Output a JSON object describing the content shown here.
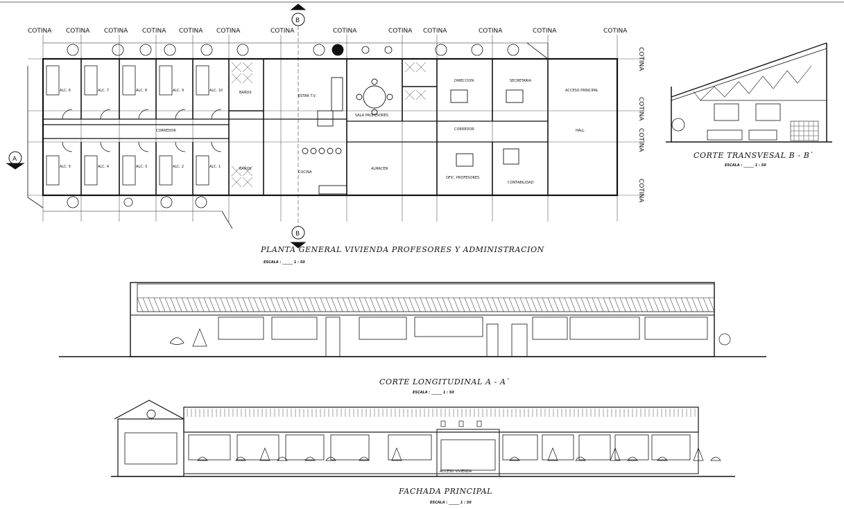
{
  "drawing": {
    "axis_label": "COTINA",
    "section_marker_a": "A",
    "section_marker_b": "B"
  },
  "plan": {
    "title": "PLANTA GENERAL VIVIENDA PROFESORES Y ADMINISTRACION",
    "scale": "ESCALA : ______ 1 : 50",
    "rooms_top": [
      "ALC. 6",
      "ALC. 7",
      "ALC. 8",
      "ALC. 9",
      "ALC. 10"
    ],
    "rooms_bottom": [
      "ALC. 5",
      "ALC. 4",
      "ALC. 3",
      "ALC. 2",
      "ALC. 1"
    ],
    "banos": "BAÑOS",
    "corridor_left": "CORREDOR",
    "estar": "ESTAR T.V.",
    "sala_profesores": "SALA PROFESORES",
    "cocina": "COCINA",
    "almacen": "ALMACEN",
    "corridor_right": "CORREDOR",
    "direccion": "DIRECCION",
    "secretaria": "SECRETARIA",
    "acceso_principal": "ACCESO PRINCIPAL",
    "hall": "HALL",
    "ofic_profesores": "OFIC. PROFESORES",
    "contabilidad": "CONTABILIDAD"
  },
  "corte_bb": {
    "title": "CORTE TRANSVESAL B - B`",
    "scale": "ESCALA : ______ 1 : 50"
  },
  "corte_aa": {
    "title": "CORTE LONGITUDINAL A - A`",
    "scale": "ESCALA : ______ 1 : 50"
  },
  "fachada": {
    "title": "FACHADA PRINCIPAL",
    "scale": "ESCALA : ______ 1 : 50",
    "acceso": "ACCESO VIVIENDA"
  }
}
